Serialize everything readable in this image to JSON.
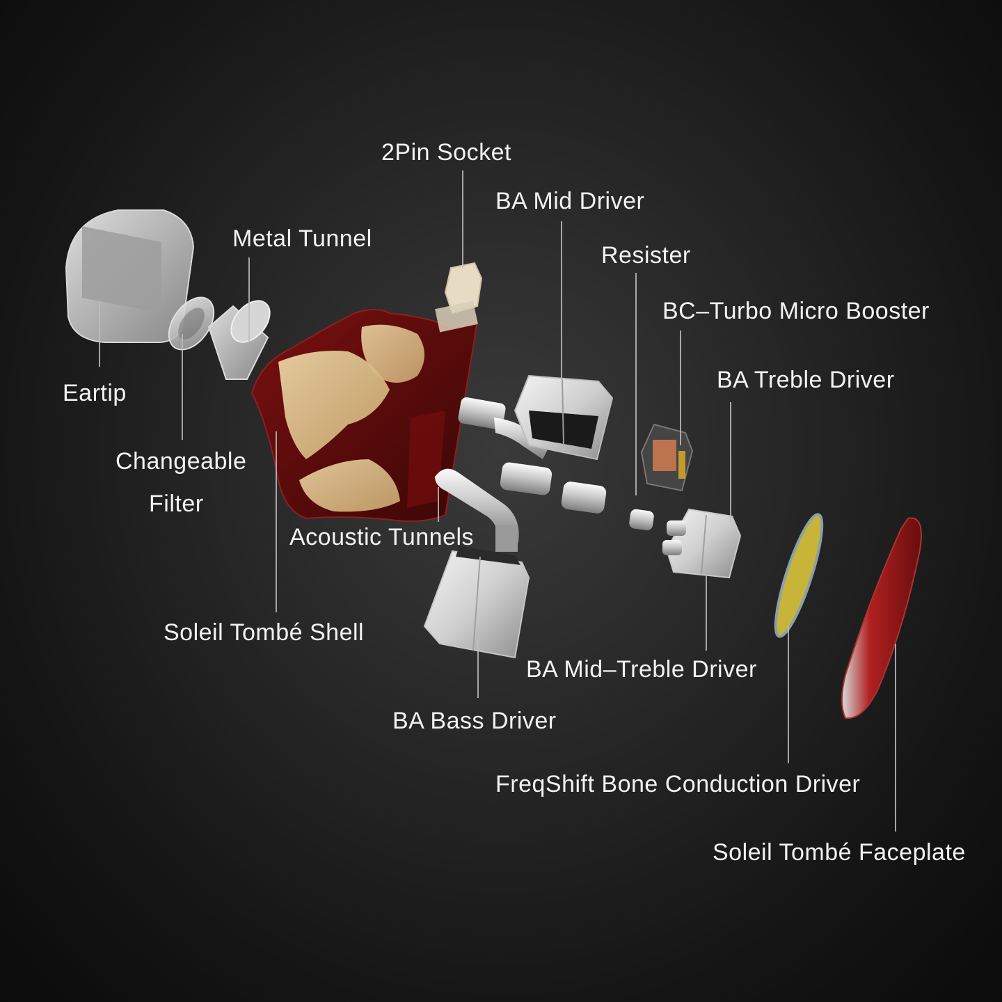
{
  "diagram": {
    "parts": [
      {
        "id": "eartip",
        "label": "Eartip"
      },
      {
        "id": "metal-tunnel",
        "label": "Metal Tunnel"
      },
      {
        "id": "changeable-filter",
        "label_line1": "Changeable",
        "label_line2": "Filter"
      },
      {
        "id": "socket",
        "label": "2Pin Socket"
      },
      {
        "id": "ba-mid",
        "label": "BA Mid Driver"
      },
      {
        "id": "resister",
        "label": "Resister"
      },
      {
        "id": "booster",
        "label": "BC–Turbo Micro Booster"
      },
      {
        "id": "ba-treble",
        "label": "BA Treble Driver"
      },
      {
        "id": "acoustic-tunnels",
        "label": "Acoustic Tunnels"
      },
      {
        "id": "shell",
        "label": "Soleil Tombé Shell"
      },
      {
        "id": "ba-mid-treble",
        "label": "BA Mid–Treble Driver"
      },
      {
        "id": "ba-bass",
        "label": "BA Bass Driver"
      },
      {
        "id": "bone-conduction",
        "label": "FreqShift Bone Conduction Driver"
      },
      {
        "id": "faceplate",
        "label": "Soleil Tombé Faceplate"
      }
    ]
  }
}
